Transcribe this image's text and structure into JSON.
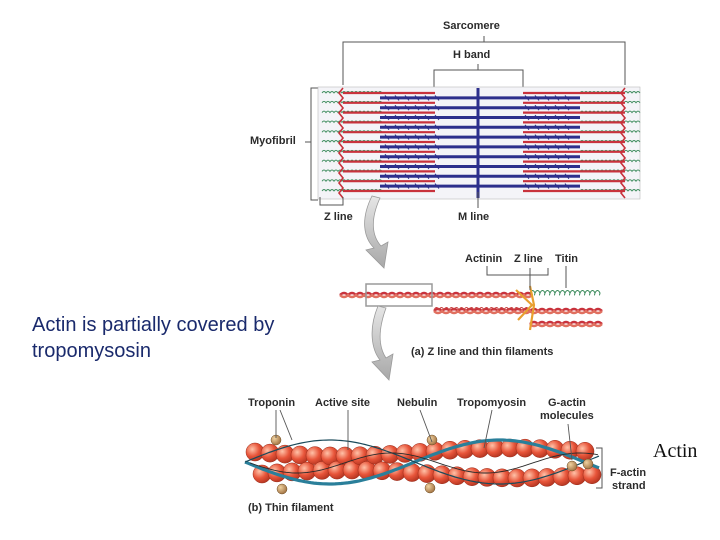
{
  "labels": {
    "sarcomere": "Sarcomere",
    "h_band": "H band",
    "myofibril": "Myofibril",
    "z_line": "Z line",
    "m_line": "M line",
    "actinin": "Actinin",
    "z_line_small": "Z line",
    "titin": "Titin",
    "panel_a": "(a) Z line and thin filaments",
    "troponin": "Troponin",
    "active_site": "Active site",
    "nebulin": "Nebulin",
    "tropomyosin": "Tropomyosin",
    "g_actin": "G-actin",
    "molecules": "molecules",
    "f_actin": "F-actin",
    "strand": "strand",
    "panel_b": "(b) Thin filament"
  },
  "caption": {
    "line1": "Actin is partially covered by",
    "line2": "tropomysosin"
  },
  "side_label": "Actin",
  "colors": {
    "thin_filament": "#c8323c",
    "thick_filament": "#2d2f8c",
    "titin": "#3a8a5a",
    "gactin": "#e8553a",
    "tropomyosin": "#2a7f9a",
    "arrow": "#bfbfbf",
    "caption": "#1a2a6c"
  }
}
